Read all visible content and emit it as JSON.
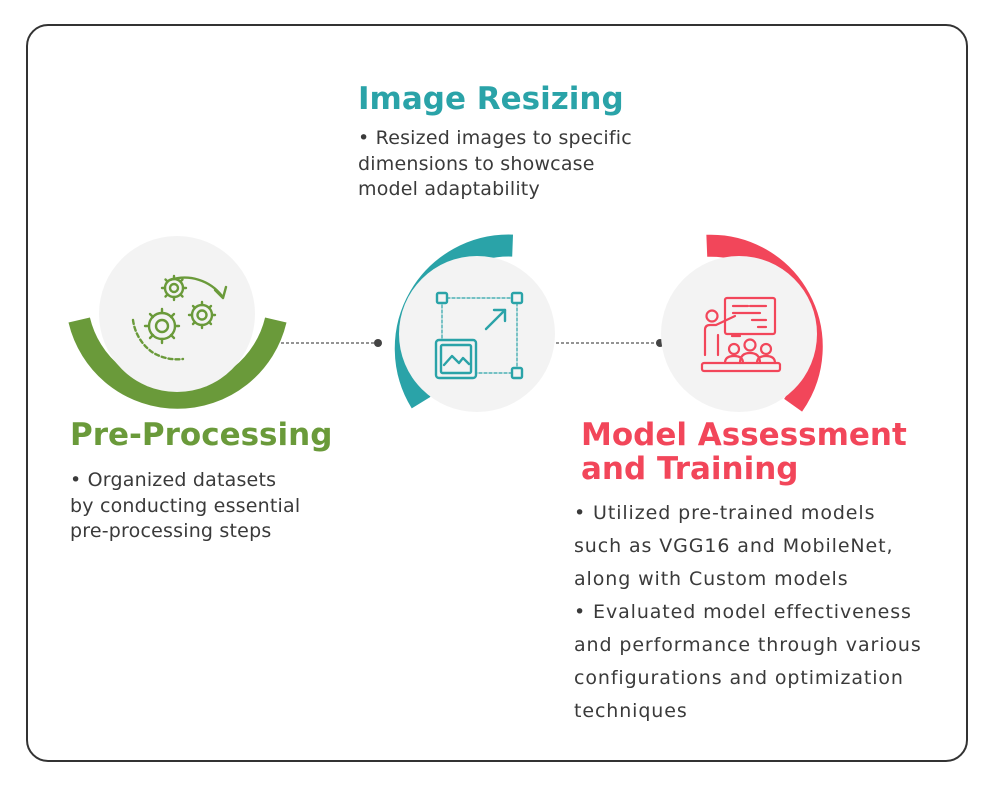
{
  "colors": {
    "frame": "#333333",
    "pre_processing": "#6a9a3a",
    "image_resizing": "#2aa3a8",
    "model_training": "#f2465a",
    "circle_fill": "#f3f3f3",
    "connector": "#555555",
    "body_text": "#3a3a3a"
  },
  "steps": {
    "image_resizing": {
      "title": "Image Resizing",
      "description_lines": [
        "• Resized images to specific",
        "dimensions to showcase",
        "model adaptability"
      ],
      "icon": "resize-icon"
    },
    "pre_processing": {
      "title": "Pre-Processing",
      "description_lines": [
        "• Organized datasets",
        "by conducting essential",
        "pre-processing steps"
      ],
      "icon": "gears-icon"
    },
    "model_training": {
      "title_lines": [
        "Model Assessment",
        "and Training"
      ],
      "description_lines": [
        "• Utilized pre-trained models",
        "such as VGG16 and MobileNet,",
        "along with Custom models",
        "• Evaluated model effectiveness",
        "and performance through various",
        "configurations and optimization",
        "techniques"
      ],
      "icon": "presentation-icon"
    }
  }
}
